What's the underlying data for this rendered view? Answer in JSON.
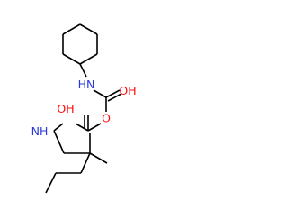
{
  "molecule": {
    "atoms": {
      "nh_top": {
        "text": "N",
        "h": "H",
        "color": "#2a3ad6"
      },
      "oh_top": {
        "text": "O",
        "h": "H",
        "color": "#ff0d0d"
      },
      "o_bridge": {
        "text": "O",
        "color": "#ff0d0d"
      },
      "oh_left": {
        "text": "O",
        "h": "H",
        "color": "#ff0d0d"
      },
      "nh_left": {
        "text": "N",
        "h": "H",
        "color": "#2a3ad6"
      }
    },
    "bond_color": "#000000",
    "background": "#ffffff"
  }
}
